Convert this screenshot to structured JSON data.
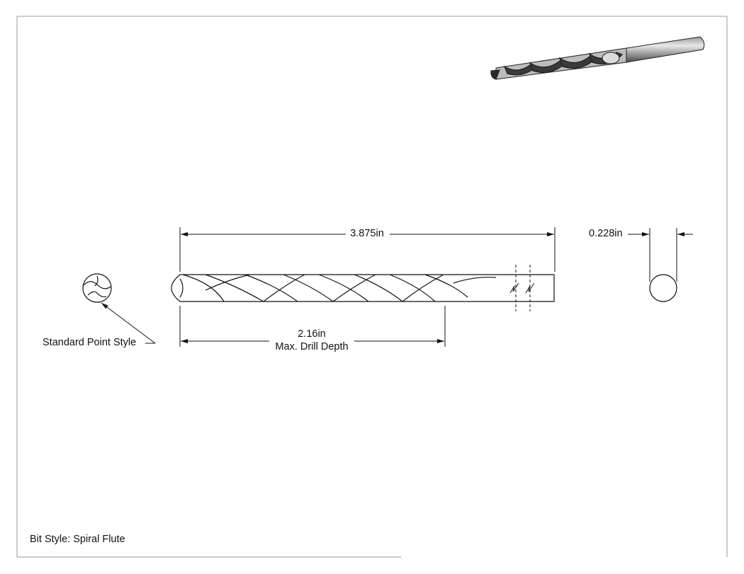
{
  "drawing": {
    "overall_length": "3.875in",
    "diameter": "0.228in",
    "drill_depth": "2.16in",
    "drill_depth_caption": "Max. Drill Depth",
    "point_style_label": "Standard Point Style",
    "bit_style_label": "Bit Style: Spiral Flute"
  },
  "colors": {
    "line": "#111111",
    "border": "#9a9a9a",
    "shaded": "#555555"
  }
}
